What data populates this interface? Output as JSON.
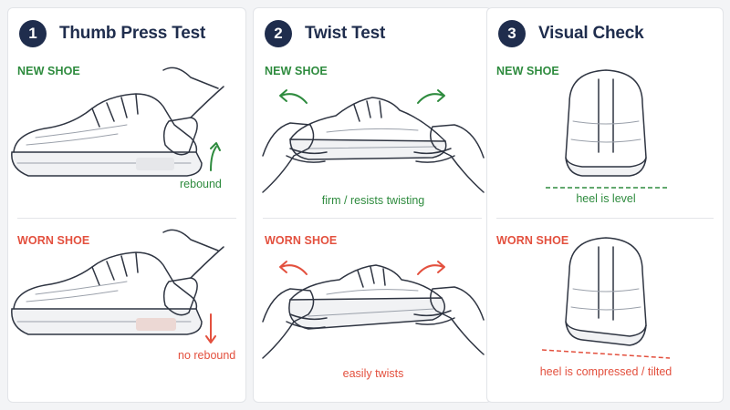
{
  "panels": [
    {
      "number": "1",
      "title": "Thumb Press Test",
      "new_label": "NEW SHOE",
      "new_caption": "rebound",
      "worn_label": "WORN SHOE",
      "worn_caption": "no rebound"
    },
    {
      "number": "2",
      "title": "Twist Test",
      "new_label": "NEW SHOE",
      "new_caption": "firm / resists twisting",
      "worn_label": "WORN SHOE",
      "worn_caption": "easily twists"
    },
    {
      "number": "3",
      "title": "Visual Check",
      "new_label": "NEW SHOE",
      "new_caption": "heel is level",
      "worn_label": "WORN SHOE",
      "worn_caption": "heel is compressed / tilted"
    }
  ],
  "colors": {
    "new": "#2e8b3e",
    "worn": "#e3503e",
    "badge": "#1f2d4d"
  }
}
